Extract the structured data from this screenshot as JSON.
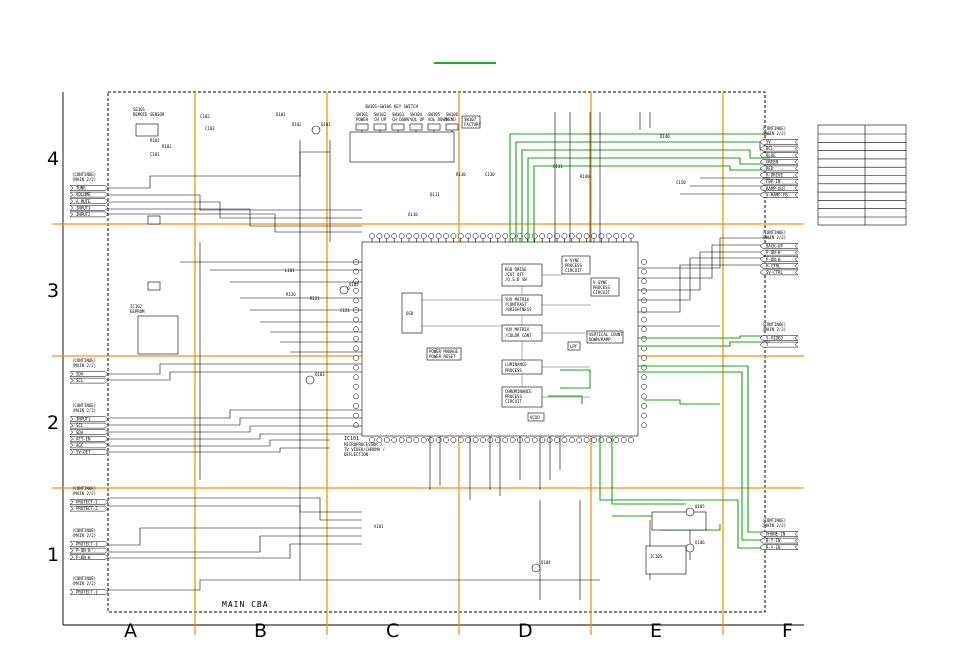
{
  "title_bar": {
    "color": "#19b319"
  },
  "colors": {
    "grid": "#f0940a",
    "signal": "#1aa31a",
    "line": "#000000"
  },
  "rows": [
    "4",
    "3",
    "2",
    "1"
  ],
  "cols": [
    "A",
    "B",
    "C",
    "D",
    "E",
    "F"
  ],
  "board_label": "MAIN CBA",
  "ic": {
    "ref": "IC101",
    "name": "MICROPROCESSOR /",
    "lines": [
      "TV VIDEO/CHROMA /",
      "DEFLECTION"
    ]
  },
  "blocks": {
    "rgb": [
      "RGB DRIVE",
      "/CUT OFF",
      "/O.S.D SW"
    ],
    "yuv": [
      "YUV MATRIX",
      "/CONTRAST",
      "/BRIGHTNESS"
    ],
    "ysig": [
      "YUV MATRIX",
      "/COLOR CONT"
    ],
    "vsync": [
      "V SYNC",
      "PROCESS",
      "CIRCUIT"
    ],
    "hsync": [
      "H SYNC",
      "PROCESS",
      "CIRCUIT"
    ],
    "vdrive": [
      "VERTICAL COUNT",
      "DOWN/RAMP"
    ],
    "lum": [
      "LUMINANCE",
      "PROCESS"
    ],
    "chroma": [
      "CHROMINANCE",
      "PROCESS",
      "CIRCUIT"
    ],
    "power": [
      "POWER MANAGE",
      "POWER RESET"
    ],
    "osd": "OSD",
    "vcxo": "VCXO",
    "lpf": "LPF"
  },
  "connectors_left": [
    {
      "header": [
        "(CONTINUE)",
        "(MAIN 2/2)"
      ],
      "pins": [
        "TUNE",
        "VOLUME",
        "A MUTE",
        "INPUT1",
        "INPUT2"
      ]
    },
    {
      "header": [
        "(CONTINUE)",
        "(MAIN 2/2)"
      ],
      "pins": [
        "SDA",
        "SCL"
      ]
    },
    {
      "header": [
        "(CONTINUE)",
        "(MAIN 2/2)"
      ],
      "pins": [
        "INPUT1",
        "SCL",
        "SDA",
        "AFT-IN",
        "AGC",
        "SV-DET"
      ]
    },
    {
      "header": [
        "(CONTINUE)",
        "(MAIN 2/2)"
      ],
      "pins": [
        "PROTECT-1",
        "PROTECT-2"
      ]
    },
    {
      "header": [
        "(CONTINUE)",
        "(MAIN 2/2)"
      ],
      "pins": [
        "PROTECT-1",
        "P-ON-H",
        "P-ON-H"
      ]
    },
    {
      "header": [
        "(CONTINUE)",
        "(MAIN 2/2)"
      ],
      "pins": [
        "PROTECT-1"
      ]
    }
  ],
  "connectors_right": [
    {
      "header": [
        "(CONTINUE)",
        "(MAIN 2/2)"
      ],
      "pins": [
        "5V",
        "BCL",
        "BLUE",
        "GREEN",
        "RED",
        "H-DRIVE",
        "FBP-IN",
        "RAMP-OUT",
        "V-RAMP-FB"
      ]
    },
    {
      "header": [
        "(CONTINUE)",
        "(MAIN 2/2)"
      ],
      "pins": [
        "BACK-UP",
        "P-ON-H",
        "P-ON-H",
        "H-CTRL",
        "SV-CTRL"
      ]
    },
    {
      "header": [
        "(CONTINUE)",
        "(MAIN 2/2)"
      ],
      "pins": [
        "S-VIDEO",
        "Y"
      ]
    },
    {
      "header": [
        "(CONTINUE)",
        "(MAIN 2/2)"
      ],
      "pins": [
        "PHONE-IN",
        "B-Y-IN",
        "R-Y-IN"
      ]
    }
  ],
  "parts": {
    "sw_group": [
      "SW101",
      "SW102",
      "SW103",
      "SW104",
      "SW105",
      "SW106"
    ],
    "sw_labels": [
      "POWER",
      "CH UP",
      "CH DOWN",
      "VOL UP",
      "VOL DOWN",
      "MENU"
    ],
    "top_label": "SW101~SW106 KEY SWITCH",
    "factory": [
      "SW107",
      "FACTORY"
    ],
    "ic_small": [
      "IC102",
      "EEPROM"
    ],
    "sensor": [
      "SE101",
      "REMOTE SENSOR"
    ],
    "ic_ref2": "X101",
    "ic_ref3": "IC105",
    "small_ics": [
      "Q101",
      "Q102",
      "Q103",
      "Q104",
      "Q105",
      "Q106"
    ],
    "labels": [
      "R101",
      "R102",
      "C101",
      "C102",
      "C103",
      "D101",
      "D102",
      "L101",
      "R120",
      "R121",
      "C120",
      "C121",
      "Q110",
      "Q111",
      "R130",
      "C130",
      "C131",
      "R140",
      "D140",
      "C150"
    ]
  },
  "legend": {
    "rows": [
      "",
      "",
      "",
      "",
      "",
      "",
      "",
      "",
      "",
      "",
      ""
    ]
  }
}
